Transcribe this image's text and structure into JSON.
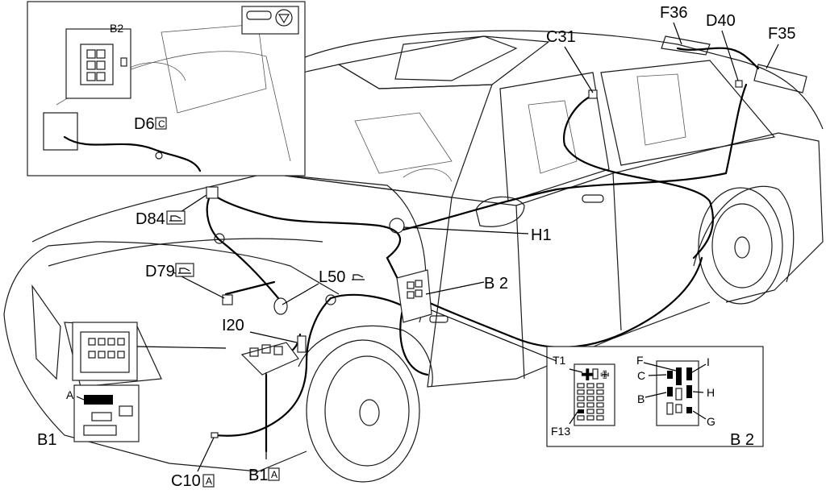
{
  "colors": {
    "line": "#1a1a1a",
    "background": "#ffffff"
  },
  "labels": {
    "C31": "C31",
    "F36": "F36",
    "D40": "D40",
    "F35": "F35",
    "B2_inset": "B2",
    "D6": "D6",
    "D6_tag": "C",
    "D84": "D84",
    "D79": "D79",
    "L50": "L50",
    "H1": "H1",
    "B2_main": "B 2",
    "I20": "I20",
    "B1": "B1",
    "B1_A": "A",
    "C10": "C10",
    "C10_tag": "A",
    "B1_bottom": "B1",
    "B1_bottom_tag": "A",
    "T1": "T1",
    "F13": "F13",
    "B2_detail": "B 2",
    "pin_F": "F",
    "pin_I": "I",
    "pin_C": "C",
    "pin_B": "B",
    "pin_H": "H",
    "pin_G": "G"
  },
  "icons": {
    "D84": "trunk-symbol-icon",
    "D79": "trunk-symbol-icon",
    "L50": "trunk-symbol-icon",
    "inset_top": "lamp-warning-icon"
  }
}
